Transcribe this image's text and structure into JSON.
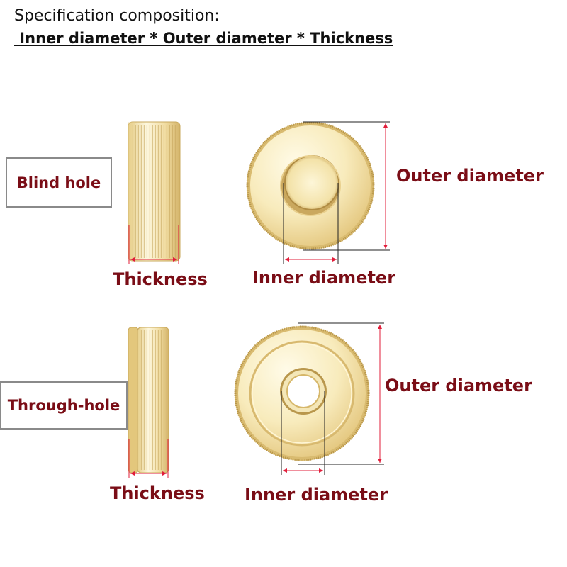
{
  "header": {
    "title": "Specification composition:",
    "formula": " Inner diameter * Outer diameter * Thickness"
  },
  "blind": {
    "type_label": "Blind hole",
    "thickness_label": "Thickness",
    "inner_label": "Inner diameter",
    "outer_label": "Outer diameter"
  },
  "through": {
    "type_label": "Through-hole",
    "thickness_label": "Thickness",
    "inner_label": "Inner diameter",
    "outer_label": "Outer diameter"
  },
  "colors": {
    "label": "#7a0d16",
    "dimension_line": "#e11d3a",
    "brass_light": "#fbf3cf",
    "brass_mid": "#efd999",
    "brass_dark": "#c9a95c",
    "box_border": "#8a8a8a"
  },
  "icons": {
    "blind_side": "knurled-nut-side-view",
    "blind_front": "knurled-nut-blind-hole-front-view",
    "through_side": "knurled-nut-side-view",
    "through_front": "knurled-nut-through-hole-front-view"
  }
}
